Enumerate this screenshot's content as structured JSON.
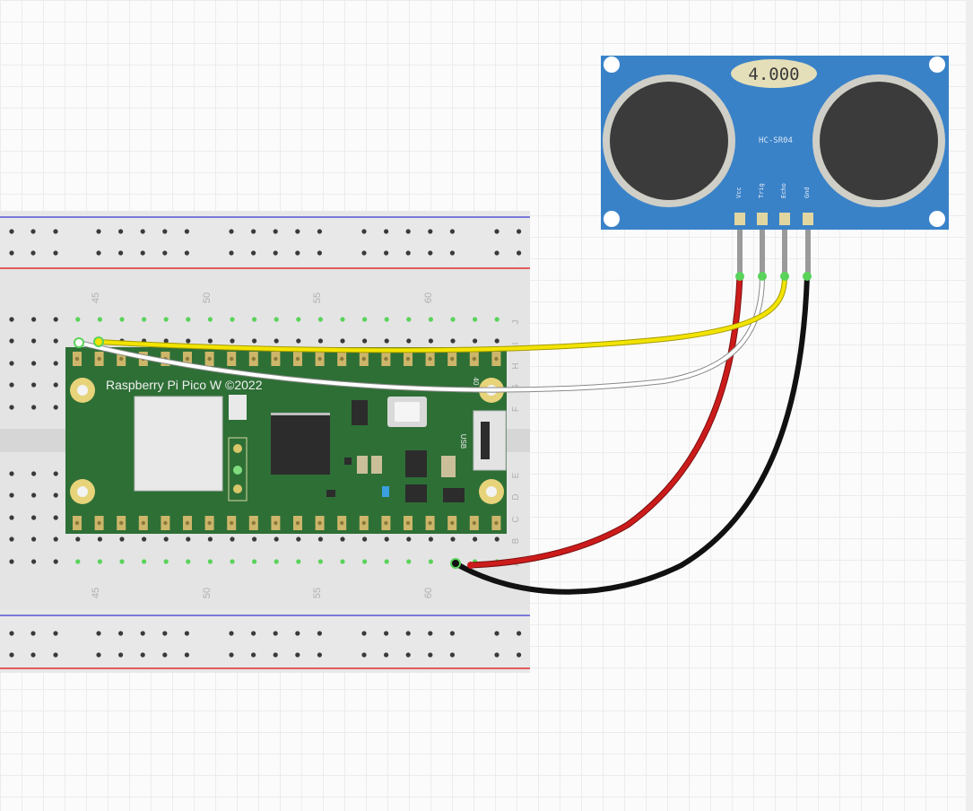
{
  "sensor": {
    "display_value": "4.000",
    "model": "HC-SR04",
    "pins": [
      "Vcc",
      "Trig",
      "Echo",
      "Gnd"
    ]
  },
  "board": {
    "label": "Raspberry Pi Pico W ©2022",
    "side_label": "USB",
    "pin_number": "40"
  },
  "breadboard": {
    "column_numbers": [
      "45",
      "50",
      "55",
      "60"
    ],
    "row_letters_top": [
      "J",
      "I",
      "H",
      "G",
      "F"
    ],
    "row_letters_bottom": [
      "E",
      "D",
      "C",
      "B",
      "A"
    ]
  },
  "wires": [
    {
      "name": "vcc-wire",
      "color": "#cc1b1b"
    },
    {
      "name": "trig-wire",
      "color": "#ffffff"
    },
    {
      "name": "echo-wire",
      "color": "#f2e400"
    },
    {
      "name": "gnd-wire",
      "color": "#111111"
    }
  ],
  "colors": {
    "sensor_board": "#3a82c8",
    "pico_board": "#2e6f36",
    "breadboard": "#e4e4e4",
    "rail_red": "#e25b5b",
    "rail_blue": "#7a7ad8",
    "hole": "#3a3a3a",
    "hole_active": "#5ad35a"
  }
}
